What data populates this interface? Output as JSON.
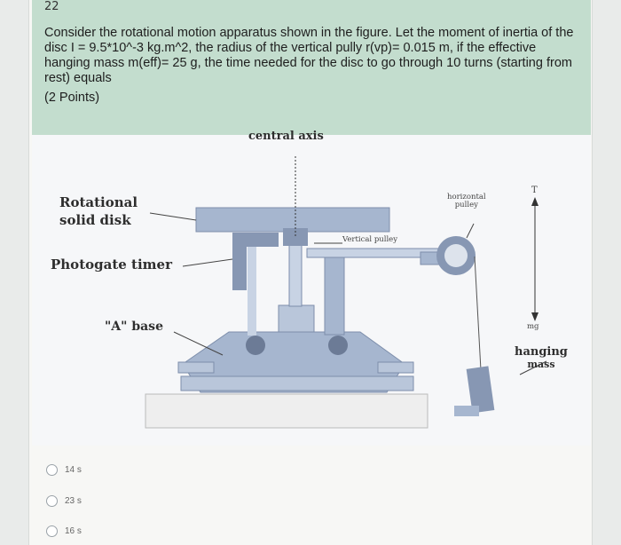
{
  "question": {
    "number": "22",
    "text": "Consider the rotational motion apparatus shown in the figure. Let the moment of inertia of the disc I = 9.5*10^-3 kg.m^2, the radius of the vertical pully r(vp)= 0.015 m, if the effective hanging mass m(eff)= 25 g, the time needed for the disc to go through 10 turns (starting from rest) equals",
    "points": "(2 Points)"
  },
  "figure": {
    "central_axis": "central axis",
    "rotational_disk_line1": "Rotational",
    "rotational_disk_line2": "solid disk",
    "photogate": "Photogate timer",
    "base": "\"A\" base",
    "vertical_pulley": "Vertical pulley",
    "horizontal_pulley_line1": "horizontal",
    "horizontal_pulley_line2": "pulley",
    "tension": "T",
    "weight": "mg",
    "hanging_line1": "hanging",
    "hanging_line2": "mass"
  },
  "options": [
    {
      "label": "14 s"
    },
    {
      "label": "23 s"
    },
    {
      "label": "16 s"
    }
  ],
  "colors": {
    "header": "#c3ddce",
    "apparatus": "#a6b6cf",
    "apparatus_dark": "#8797b3",
    "ground": "#eeeeee"
  }
}
